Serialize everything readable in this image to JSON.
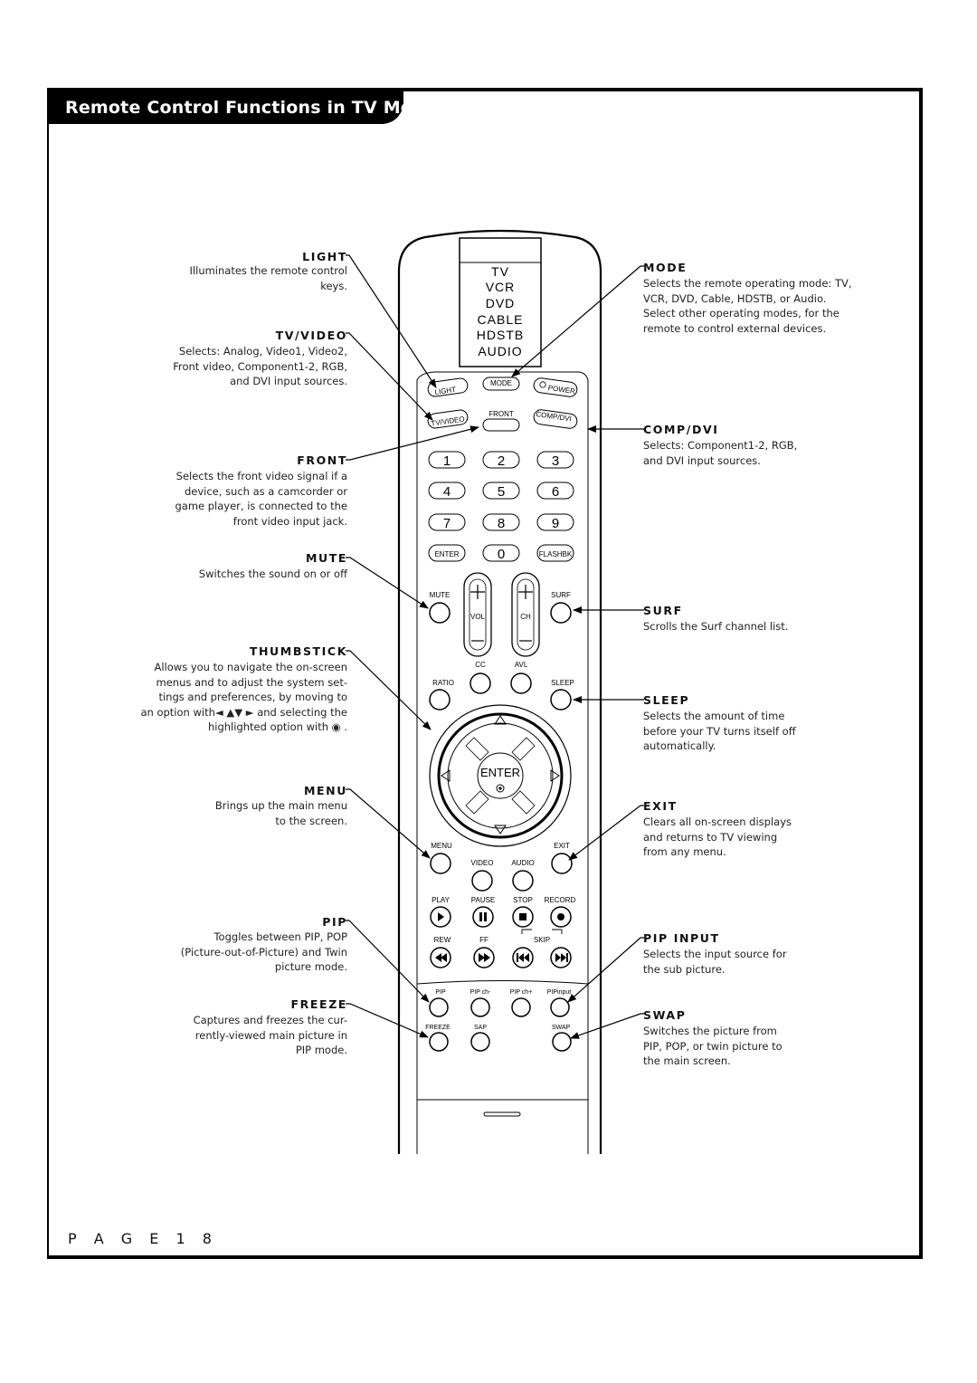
{
  "header": {
    "title": "Remote Control Functions in TV Mode"
  },
  "page": {
    "label": "P A G E  1 8"
  },
  "left_callouts": [
    {
      "id": "light",
      "title": "LIGHT",
      "lines": [
        "Illuminates the remote control",
        "keys."
      ]
    },
    {
      "id": "tvvideo",
      "title": "TV/VIDEO",
      "lines": [
        "Selects: Analog, Video1, Video2,",
        "Front video, Component1-2, RGB,",
        "and DVI input sources."
      ]
    },
    {
      "id": "front",
      "title": "FRONT",
      "lines": [
        "Selects the front video signal if a",
        "device, such as a camcorder or",
        "game player, is connected to the",
        "front video input jack."
      ]
    },
    {
      "id": "mute",
      "title": "MUTE",
      "lines": [
        "Switches the sound on or off"
      ]
    },
    {
      "id": "thumbstick",
      "title": "THUMBSTICK",
      "lines": [
        "Allows you to navigate the on-screen",
        "menus and to adjust the system set-",
        "tings and preferences, by moving to",
        "an option with◄ ▲▼ ► and selecting the",
        "highlighted option with ◉ ."
      ]
    },
    {
      "id": "menu",
      "title": "MENU",
      "lines": [
        "Brings up the main menu",
        "to the screen."
      ]
    },
    {
      "id": "pip",
      "title": "PIP",
      "lines": [
        "Toggles between PIP, POP",
        "(Picture-out-of-Picture) and Twin",
        "picture mode."
      ]
    },
    {
      "id": "freeze",
      "title": "FREEZE",
      "lines": [
        "Captures and freezes the cur-",
        "rently-viewed main picture in",
        "PIP mode."
      ]
    }
  ],
  "right_callouts": [
    {
      "id": "mode",
      "title": "MODE",
      "lines": [
        "Selects the remote operating mode: TV,",
        "VCR, DVD, Cable, HDSTB, or Audio.",
        "Select other operating modes, for the",
        "remote to control external devices."
      ]
    },
    {
      "id": "compdvi",
      "title": "COMP/DVI",
      "lines": [
        "Selects: Component1-2, RGB,",
        "and DVI input sources."
      ]
    },
    {
      "id": "surf",
      "title": "SURF",
      "lines": [
        "Scrolls the Surf channel list."
      ]
    },
    {
      "id": "sleep",
      "title": "SLEEP",
      "lines": [
        "Selects the amount of time",
        "before your TV turns itself off",
        "automatically."
      ]
    },
    {
      "id": "exit",
      "title": "EXIT",
      "lines": [
        "Clears all on-screen displays",
        "and returns to TV viewing",
        "from any menu."
      ]
    },
    {
      "id": "pipinput",
      "title": "PIP INPUT",
      "lines": [
        "Selects the input source for",
        "the sub picture."
      ]
    },
    {
      "id": "swap",
      "title": "SWAP",
      "lines": [
        "Switches the picture from",
        "PIP, POP, or twin picture to",
        "the main screen."
      ]
    }
  ],
  "remote": {
    "modes": [
      "TV",
      "VCR",
      "DVD",
      "CABLE",
      "HDSTB",
      "AUDIO"
    ],
    "row1": {
      "light": "LIGHT",
      "mode": "MODE",
      "power": "POWER"
    },
    "row2": {
      "tvvideo": "TV/VIDEO",
      "front": "FRONT",
      "compdvi": "COMP/DVI"
    },
    "digits": [
      "1",
      "2",
      "3",
      "4",
      "5",
      "6",
      "7",
      "8",
      "9"
    ],
    "enter_small": "ENTER",
    "zero": "0",
    "flashbk": "FLASHBK",
    "mute": "MUTE",
    "surf": "SURF",
    "vol": "VOL",
    "ch": "CH",
    "cc": "CC",
    "avl": "AVL",
    "ratio": "RATIO",
    "sleep": "SLEEP",
    "enter_big": "ENTER",
    "menu": "MENU",
    "exit": "EXIT",
    "video": "VIDEO",
    "audio": "AUDIO",
    "play": "PLAY",
    "pause": "PAUSE",
    "stop": "STOP",
    "record": "RECORD",
    "rew": "REW",
    "ff": "FF",
    "skip": "SKIP",
    "pip": "PIP",
    "pipch_minus": "PIP ch-",
    "pipch_plus": "PIP ch+",
    "pipinput": "PIPinput",
    "freeze": "FREEZE",
    "sap": "SAP",
    "swap": "SWAP"
  },
  "icons": [
    "power-icon",
    "play-icon",
    "pause-icon",
    "stop-icon",
    "record-icon",
    "rewind-icon",
    "fast-forward-icon",
    "skip-back-icon",
    "skip-forward-icon",
    "arrow-up-icon",
    "arrow-down-icon",
    "arrow-left-icon",
    "arrow-right-icon"
  ]
}
